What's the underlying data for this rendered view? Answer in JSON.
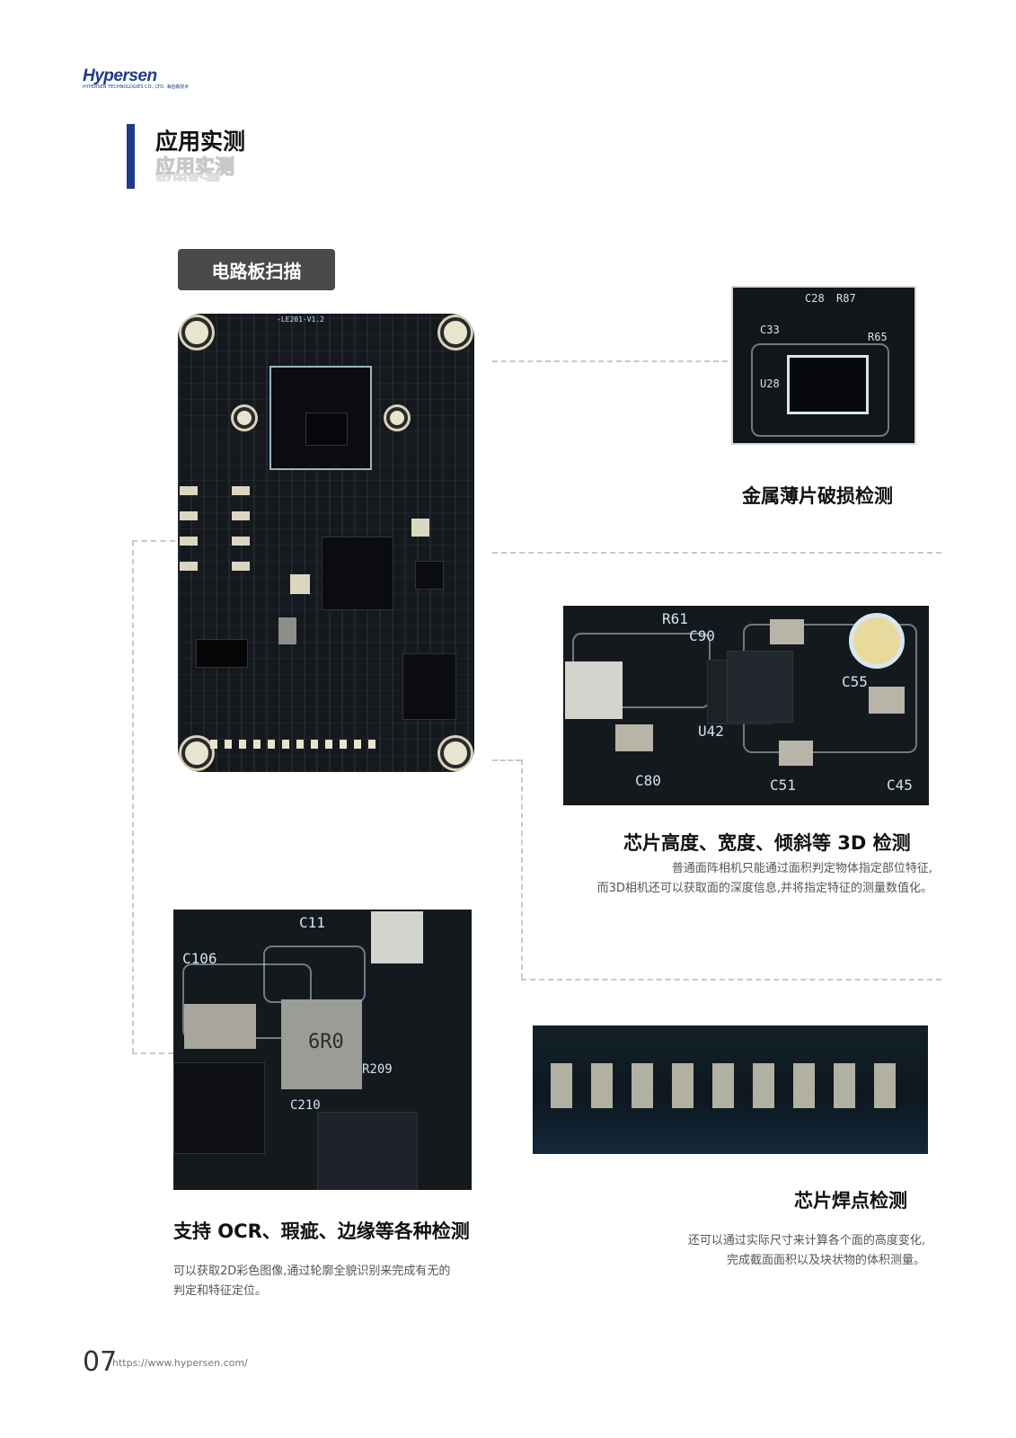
{
  "brand": {
    "logo_text": "Hypersen",
    "logo_sub": "HYPERSEN TECHNOLOGIES CO., LTD. 海伯森技术"
  },
  "section": {
    "title": "应用实测",
    "echo": "应用实测"
  },
  "tag": {
    "label": "电路板扫描"
  },
  "features": [
    {
      "title": "金属薄片破损检测",
      "description": []
    },
    {
      "title": "芯片高度、宽度、倾斜等 3D 检测",
      "description": [
        "普通面阵相机只能通过面积判定物体指定部位特征,",
        "而3D相机还可以获取面的深度信息,并将指定特征的测量数值化。"
      ]
    },
    {
      "title": "芯片焊点检测",
      "description": [
        "还可以通过实际尺寸来计算各个面的高度变化,",
        "完成截面面积以及块状物的体积测量。"
      ]
    },
    {
      "title": "支持 OCR、瑕疵、边缘等各种检测",
      "description": [
        "可以获取2D彩色图像,通过轮廓全貌识别来完成有无的",
        "判定和特征定位。"
      ]
    }
  ],
  "board_labels": {
    "top": "-LE201-V1.2",
    "chip_a": "U28",
    "comp_a": "C80",
    "comp_b": "C51",
    "comp_c": "U42",
    "comp_d": "R65",
    "comp_e": "R87",
    "comp_f": "C33",
    "comp_g": "C28",
    "comp_h": "C90",
    "comp_i": "C55",
    "comp_j": "C45",
    "comp_k": "R61",
    "comp_l": "C106",
    "comp_m": "C210",
    "comp_n": "6R0",
    "comp_o": "R209",
    "comp_p": "C11"
  },
  "footer": {
    "page": "07",
    "url": "https://www.hypersen.com/"
  }
}
